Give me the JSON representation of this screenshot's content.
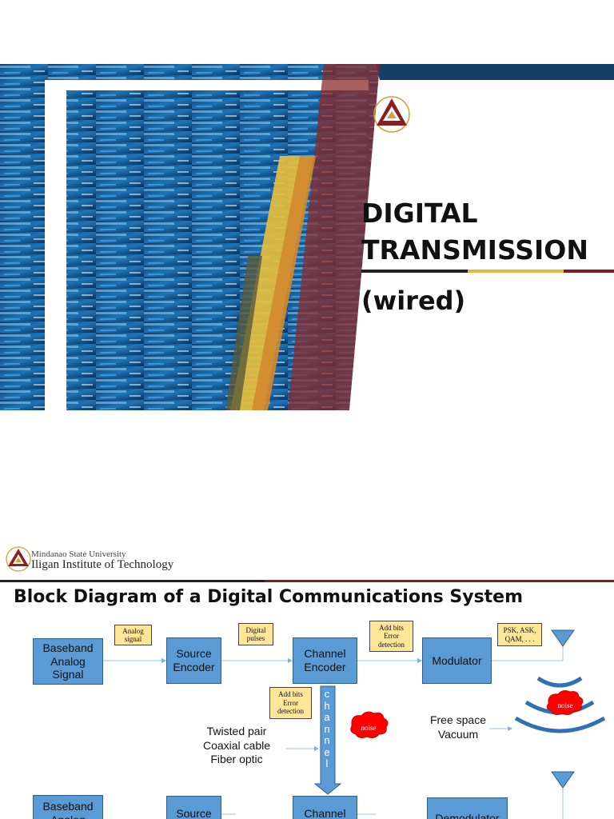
{
  "slide1": {
    "title_line1": "DIGITAL",
    "title_line2": "TRANSMISSION",
    "subtitle": "(wired)",
    "logo_icon": "msu-iit-logo-icon",
    "colors": {
      "rule_dark": "#222222",
      "rule_gold": "#e2b93b",
      "rule_maroon": "#7a2020",
      "photo_blue": "#1e6aa8"
    }
  },
  "slide2": {
    "university_line1": "Mindanao State University",
    "university_line2": "Iligan Institute of Technology",
    "title": "Block Diagram of a Digital Communications System",
    "tx_blocks": {
      "baseband": "Baseband\nAnalog\nSignal",
      "source_encoder": "Source\nEncoder",
      "channel_encoder": "Channel\nEncoder",
      "modulator": "Modulator"
    },
    "rx_blocks": {
      "baseband": "Baseband\nAnalog",
      "source": "Source",
      "channel": "Channel",
      "demodulator": "Demodulator"
    },
    "notes": {
      "analog_signal": "Analog\nsignal",
      "digital_pulses": "Digital\npulses",
      "add_bits_top": "Add bits\nError\ndetection",
      "modulation_types": "PSK, ASK,\nQAM, . . .",
      "add_bits_mid": "Add bits\nError\ndetection"
    },
    "channel_label": "channel",
    "wired_media": "Twisted pair\nCoaxial cable\nFiber optic",
    "wireless_media": "Free space\nVacuum",
    "noise_left": "noise",
    "noise_right": "noise",
    "colors": {
      "block_fill": "#5b9bd5",
      "note_fill": "#ffe699",
      "noise_red": "#ff0000",
      "header_maroon": "#7a2020"
    }
  }
}
